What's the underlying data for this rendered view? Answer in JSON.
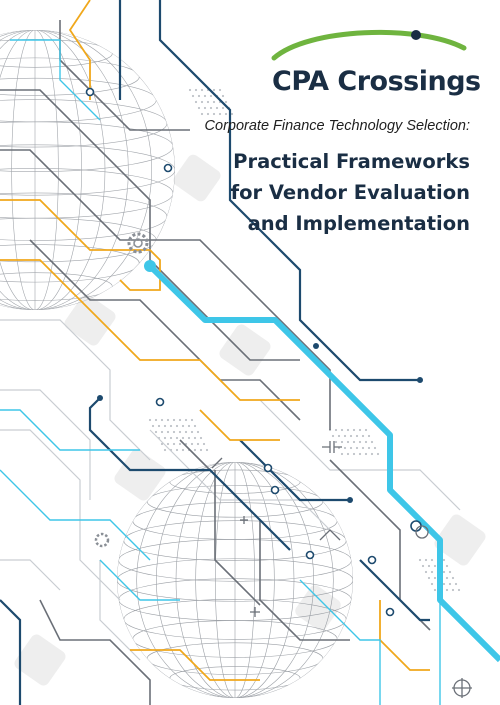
{
  "brand": {
    "name": "CPA Crossings",
    "colors": {
      "navy": "#1a2e44",
      "green": "#6fb43f",
      "cyan": "#3ec6e8",
      "orange": "#f0a81c",
      "gray": "#8a8f96"
    }
  },
  "cover": {
    "subtitle": "Corporate Finance Technology Selection:",
    "title_lines": [
      "Practical Frameworks",
      "for Vendor Evaluation",
      "and Implementation"
    ]
  },
  "decor_icons": [
    "circuit-trace-icon",
    "globe-wireframe-icon",
    "gear-icon",
    "crosshair-icon"
  ]
}
